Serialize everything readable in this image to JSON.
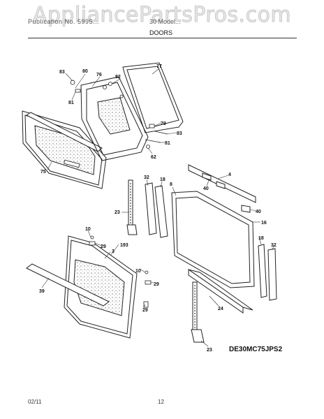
{
  "watermark": "AppliancePartsPros.com",
  "header": {
    "left_text": "Publication No. 5995...",
    "right_text": "30 Model...",
    "section_title": "DOORS"
  },
  "model_number": "DE30MC75JPS2",
  "footer": {
    "date": "02/11",
    "page": "12"
  },
  "callouts": [
    "83",
    "80",
    "76",
    "82",
    "77",
    "81",
    "79",
    "83",
    "81",
    "62",
    "75",
    "4",
    "40",
    "40",
    "8",
    "32",
    "18",
    "16",
    "23",
    "10",
    "29",
    "193",
    "3",
    "10",
    "29",
    "39",
    "29",
    "18",
    "32",
    "24",
    "23"
  ]
}
